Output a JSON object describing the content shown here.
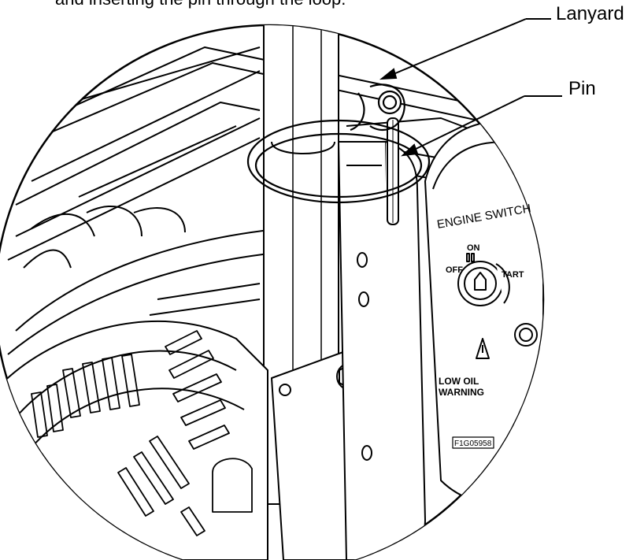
{
  "caption": "and inserting the pin through the loop.",
  "callouts": {
    "lanyard": "Lanyard",
    "pin": "Pin"
  },
  "panel": {
    "engine_switch": "ENGINE SWITCH",
    "on": "ON",
    "off": "OFF",
    "start": "TART",
    "warning_line1": "LOW OIL",
    "warning_line2": "WARNING",
    "figure_id": "F1G05958"
  },
  "colors": {
    "line": "#000000",
    "background": "#ffffff"
  }
}
